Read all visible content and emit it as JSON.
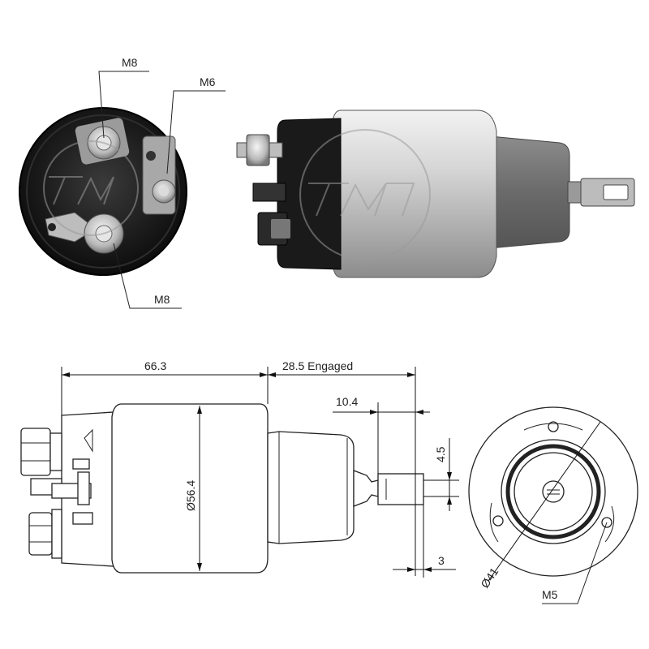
{
  "labels": {
    "end_view_top_terminal": "M8",
    "end_view_side_terminal": "M6",
    "end_view_bottom_terminal": "M8",
    "body_length": "66.3",
    "plunger_travel": "28.5 Engaged",
    "tab_offset": "10.4",
    "tab_width": "4.5",
    "tab_thickness": "3",
    "body_diameter": "Ø56.4",
    "flange_diameter": "Ø41",
    "mount_thread": "M5"
  },
  "colors": {
    "housing_dark": "#151515",
    "metal_silver": "#c9c9c9",
    "metal_shadow": "#8a8a8a",
    "rubber_boot": "#6e6e6e",
    "line": "#222222"
  },
  "icons": {
    "watermark": "tm-logo-watermark"
  }
}
